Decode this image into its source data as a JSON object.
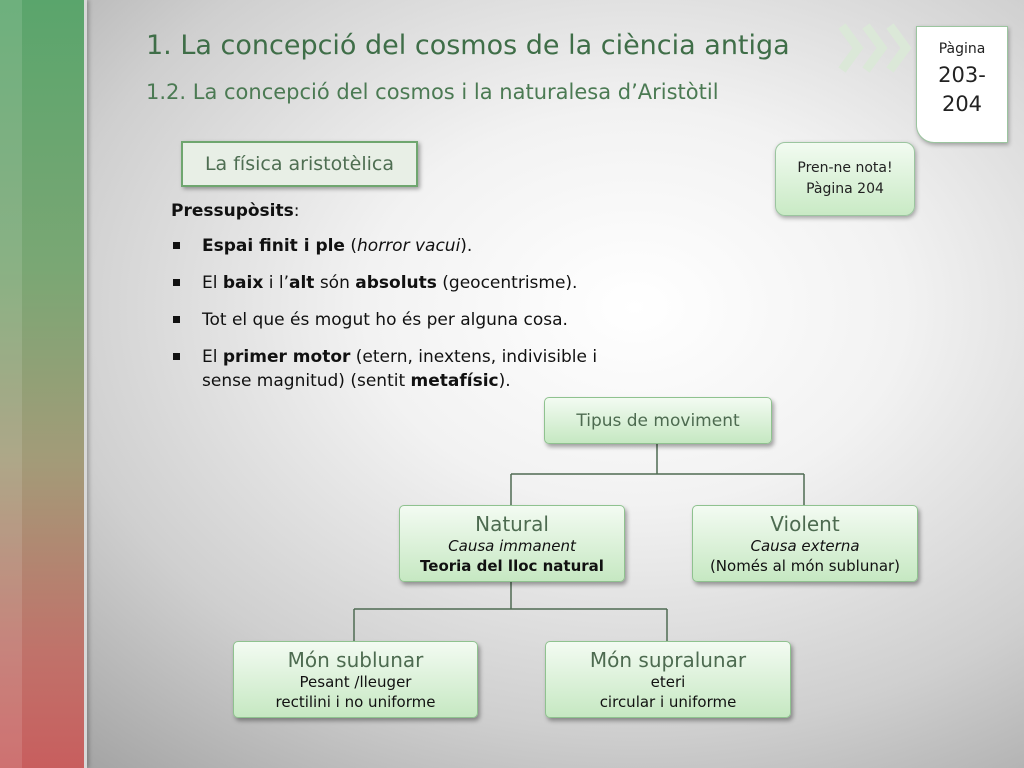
{
  "header": {
    "title": "1. La concepció del cosmos de la ciència antiga",
    "subtitle": "1.2. La concepció del cosmos i la naturalesa d’Aristòtil"
  },
  "page_tab": {
    "label": "Pàgina",
    "number_line1": "203-",
    "number_line2": "204"
  },
  "note": {
    "line1": "Pren-ne nota!",
    "line2": "Pàgina 204"
  },
  "section": {
    "title": "La física aristotèlica"
  },
  "content": {
    "heading": "Pressupòsits",
    "heading_suffix": ":",
    "bullets": [
      {
        "b1": "Espai finit i ple",
        "t1": " (",
        "i1": "horror vacui",
        "t2": ")."
      },
      {
        "t1": "El ",
        "b1": "baix",
        "t2": " i l’",
        "b2": "alt",
        "t3": " són ",
        "b3": "absoluts",
        "t4": " (geocentrisme)."
      },
      {
        "t1": "Tot el que és mogut ho és per alguna cosa."
      },
      {
        "t1": "El ",
        "b1": "primer motor",
        "t2": " (etern, inextens, indivisible i sense magnitud) (sentit ",
        "b2": "metafísic",
        "t3": ")."
      }
    ]
  },
  "diagram": {
    "root": "Tipus de moviment",
    "natural": {
      "name": "Natural",
      "line1": "Causa immanent",
      "line2": "Teoria del lloc natural"
    },
    "violent": {
      "name": "Violent",
      "line1": "Causa externa",
      "line2": "(Només al món sublunar)"
    },
    "sublunar": {
      "name": "Món sublunar",
      "line1": "Pesant /lleuger",
      "line2": "rectilini i no uniforme"
    },
    "supralunar": {
      "name": "Món supralunar",
      "line1": "eteri",
      "line2": "circular i uniforme"
    }
  },
  "colors": {
    "title": "#3f6e48",
    "node_border": "#8fc28f",
    "accent_green": "#6fa66f"
  }
}
